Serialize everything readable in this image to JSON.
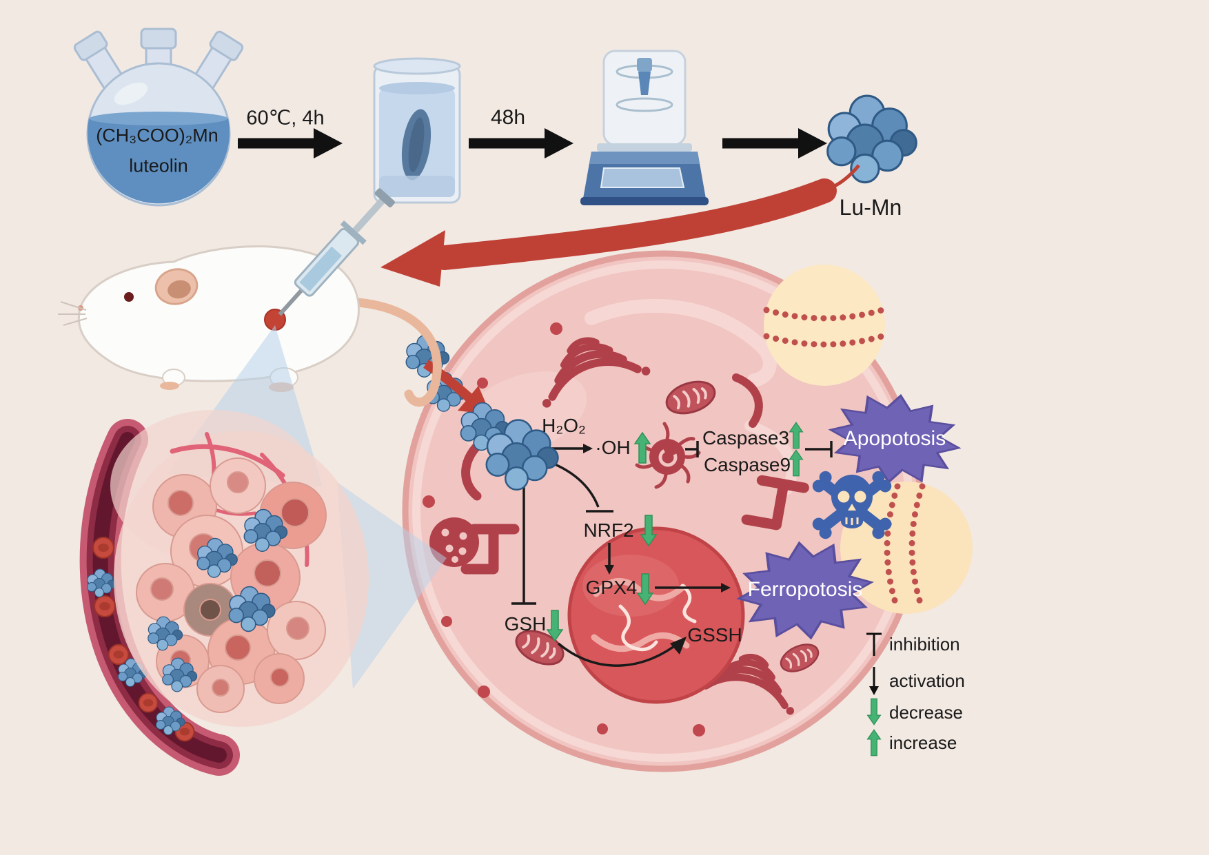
{
  "figure": {
    "background_color": "#f2e9e3",
    "description": "Schematic of Lu-Mn nanoparticle synthesis, tumor injection and anti-tumor mechanism"
  },
  "synthesis": {
    "reagent_line1": "(CH₃COO)₂Mn",
    "reagent_line2": "luteolin",
    "step1_label": "60℃, 4h",
    "step2_label": "48h",
    "product_label": "Lu-Mn"
  },
  "mechanism": {
    "h2o2": "H₂O₂",
    "oh": "·OH",
    "caspase3": "Caspase3",
    "caspase9": "Caspase9",
    "apoptosis": "Apopotosis",
    "nrf2": "NRF2",
    "gpx4": "GPX4",
    "gsh": "GSH",
    "gssh": "GSSH",
    "ferroptosis": "Ferropotosis"
  },
  "legend": {
    "items": [
      {
        "symbol": "blunt-bar",
        "label": "inhibition"
      },
      {
        "symbol": "black-down-arrow",
        "label": "activation"
      },
      {
        "symbol": "green-down-arrow",
        "label": "decrease"
      },
      {
        "symbol": "green-up-arrow",
        "label": "increase"
      }
    ]
  },
  "colors": {
    "nanoparticle_blue": "#5d8cb8",
    "red_arrow": "#bf4136",
    "organelle_red": "#b04049",
    "star_purple": "#6f63b5",
    "green_marker": "#46b274",
    "membrane_yellow": "#fce8c2",
    "text": "#1a1a1a"
  }
}
